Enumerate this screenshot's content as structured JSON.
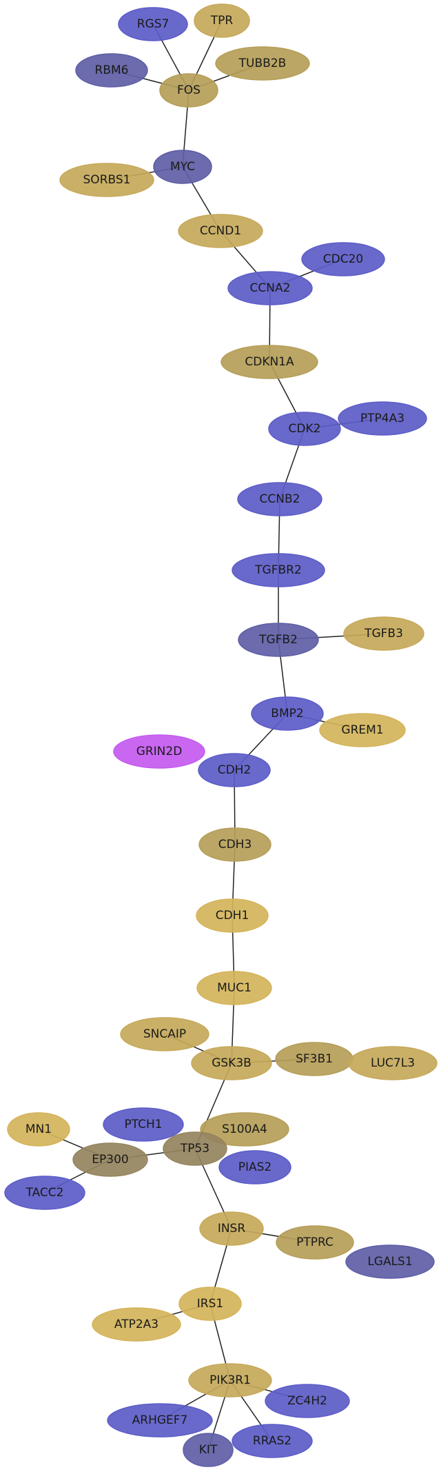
{
  "colors": {
    "blue": "#5c5cc8",
    "slate": "#5e5ea6",
    "gold": "#c6a95a",
    "khaki": "#b59e58",
    "olive": "#95845e",
    "yellow": "#d4b45a",
    "magenta": "#c45af0"
  },
  "nodes": [
    {
      "id": "RGS7",
      "label": "RGS7",
      "color": "blue"
    },
    {
      "id": "TPR",
      "label": "TPR",
      "color": "gold"
    },
    {
      "id": "RBM6",
      "label": "RBM6",
      "color": "slate"
    },
    {
      "id": "TUBB2B",
      "label": "TUBB2B",
      "color": "khaki"
    },
    {
      "id": "FOS",
      "label": "FOS",
      "color": "khaki"
    },
    {
      "id": "MYC",
      "label": "MYC",
      "color": "slate"
    },
    {
      "id": "SORBS1",
      "label": "SORBS1",
      "color": "gold"
    },
    {
      "id": "CCND1",
      "label": "CCND1",
      "color": "gold"
    },
    {
      "id": "CDC20",
      "label": "CDC20",
      "color": "blue"
    },
    {
      "id": "CCNA2",
      "label": "CCNA2",
      "color": "blue"
    },
    {
      "id": "CDKN1A",
      "label": "CDKN1A",
      "color": "khaki"
    },
    {
      "id": "CDK2",
      "label": "CDK2",
      "color": "blue"
    },
    {
      "id": "PTP4A3",
      "label": "PTP4A3",
      "color": "blue"
    },
    {
      "id": "CCNB2",
      "label": "CCNB2",
      "color": "blue"
    },
    {
      "id": "TGFBR2",
      "label": "TGFBR2",
      "color": "blue"
    },
    {
      "id": "TGFB2",
      "label": "TGFB2",
      "color": "slate"
    },
    {
      "id": "TGFB3",
      "label": "TGFB3",
      "color": "gold"
    },
    {
      "id": "BMP2",
      "label": "BMP2",
      "color": "blue"
    },
    {
      "id": "GREM1",
      "label": "GREM1",
      "color": "yellow"
    },
    {
      "id": "GRIN2D",
      "label": "GRIN2D",
      "color": "magenta"
    },
    {
      "id": "CDH2",
      "label": "CDH2",
      "color": "blue"
    },
    {
      "id": "CDH3",
      "label": "CDH3",
      "color": "khaki"
    },
    {
      "id": "CDH1",
      "label": "CDH1",
      "color": "yellow"
    },
    {
      "id": "MUC1",
      "label": "MUC1",
      "color": "yellow"
    },
    {
      "id": "SNCAIP",
      "label": "SNCAIP",
      "color": "gold"
    },
    {
      "id": "GSK3B",
      "label": "GSK3B",
      "color": "gold"
    },
    {
      "id": "SF3B1",
      "label": "SF3B1",
      "color": "khaki"
    },
    {
      "id": "LUC7L3",
      "label": "LUC7L3",
      "color": "gold"
    },
    {
      "id": "MN1",
      "label": "MN1",
      "color": "yellow"
    },
    {
      "id": "PTCH1",
      "label": "PTCH1",
      "color": "blue"
    },
    {
      "id": "S100A4",
      "label": "S100A4",
      "color": "khaki"
    },
    {
      "id": "TP53",
      "label": "TP53",
      "color": "olive"
    },
    {
      "id": "EP300",
      "label": "EP300",
      "color": "olive"
    },
    {
      "id": "PIAS2",
      "label": "PIAS2",
      "color": "blue"
    },
    {
      "id": "TACC2",
      "label": "TACC2",
      "color": "blue"
    },
    {
      "id": "INSR",
      "label": "INSR",
      "color": "gold"
    },
    {
      "id": "PTPRC",
      "label": "PTPRC",
      "color": "khaki"
    },
    {
      "id": "LGALS1",
      "label": "LGALS1",
      "color": "slate"
    },
    {
      "id": "IRS1",
      "label": "IRS1",
      "color": "yellow"
    },
    {
      "id": "ATP2A3",
      "label": "ATP2A3",
      "color": "yellow"
    },
    {
      "id": "PIK3R1",
      "label": "PIK3R1",
      "color": "gold"
    },
    {
      "id": "ZC4H2",
      "label": "ZC4H2",
      "color": "blue"
    },
    {
      "id": "ARHGEF7",
      "label": "ARHGEF7",
      "color": "blue"
    },
    {
      "id": "RRAS2",
      "label": "RRAS2",
      "color": "blue"
    },
    {
      "id": "KIT",
      "label": "KIT",
      "color": "slate"
    }
  ],
  "edges": [
    [
      "RGS7",
      "FOS"
    ],
    [
      "TPR",
      "FOS"
    ],
    [
      "RBM6",
      "FOS"
    ],
    [
      "TUBB2B",
      "FOS"
    ],
    [
      "FOS",
      "MYC"
    ],
    [
      "SORBS1",
      "MYC"
    ],
    [
      "MYC",
      "CCND1"
    ],
    [
      "CCND1",
      "CCNA2"
    ],
    [
      "CDC20",
      "CCNA2"
    ],
    [
      "CCNA2",
      "CDKN1A"
    ],
    [
      "CDKN1A",
      "CDK2"
    ],
    [
      "PTP4A3",
      "CDK2"
    ],
    [
      "CDK2",
      "CCNB2"
    ],
    [
      "CCNB2",
      "TGFBR2"
    ],
    [
      "TGFBR2",
      "TGFB2"
    ],
    [
      "TGFB3",
      "TGFB2"
    ],
    [
      "TGFB2",
      "BMP2"
    ],
    [
      "GREM1",
      "BMP2"
    ],
    [
      "BMP2",
      "CDH2"
    ],
    [
      "CDH2",
      "CDH3"
    ],
    [
      "CDH3",
      "CDH1"
    ],
    [
      "CDH1",
      "MUC1"
    ],
    [
      "MUC1",
      "GSK3B"
    ],
    [
      "SNCAIP",
      "GSK3B"
    ],
    [
      "SF3B1",
      "GSK3B"
    ],
    [
      "GSK3B",
      "TP53"
    ],
    [
      "TP53",
      "EP300"
    ],
    [
      "MN1",
      "EP300"
    ],
    [
      "TACC2",
      "EP300"
    ],
    [
      "TP53",
      "INSR"
    ],
    [
      "INSR",
      "PTPRC"
    ],
    [
      "INSR",
      "IRS1"
    ],
    [
      "ATP2A3",
      "IRS1"
    ],
    [
      "IRS1",
      "PIK3R1"
    ],
    [
      "PIK3R1",
      "ARHGEF7"
    ],
    [
      "PIK3R1",
      "KIT"
    ],
    [
      "PIK3R1",
      "RRAS2"
    ],
    [
      "PIK3R1",
      "ZC4H2"
    ]
  ]
}
